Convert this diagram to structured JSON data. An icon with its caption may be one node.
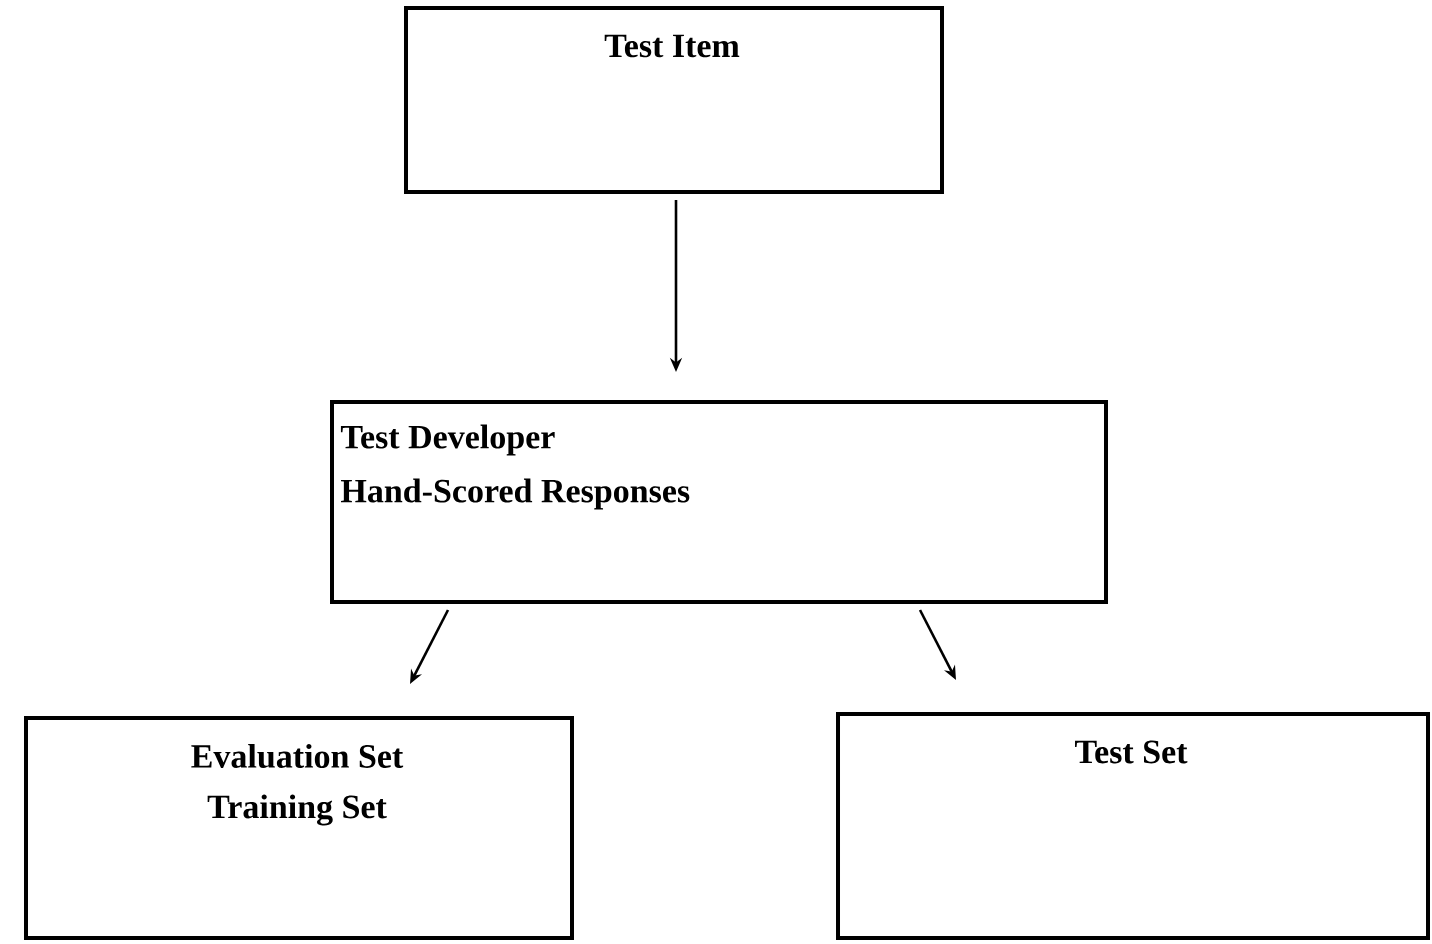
{
  "diagram": {
    "nodes": [
      {
        "text": [
          "Test Item"
        ]
      },
      {
        "text": [
          "Test Developer",
          "Hand-Scored Responses"
        ]
      },
      {
        "text": [
          "Evaluation Set",
          "Training Set"
        ]
      },
      {
        "text": [
          "Test Set"
        ]
      }
    ],
    "edges": [
      {
        "from": 0,
        "to": 1,
        "arrow": "to"
      },
      {
        "from": 1,
        "to": 2,
        "arrow": "to"
      },
      {
        "from": 1,
        "to": 3,
        "arrow": "to"
      }
    ]
  }
}
